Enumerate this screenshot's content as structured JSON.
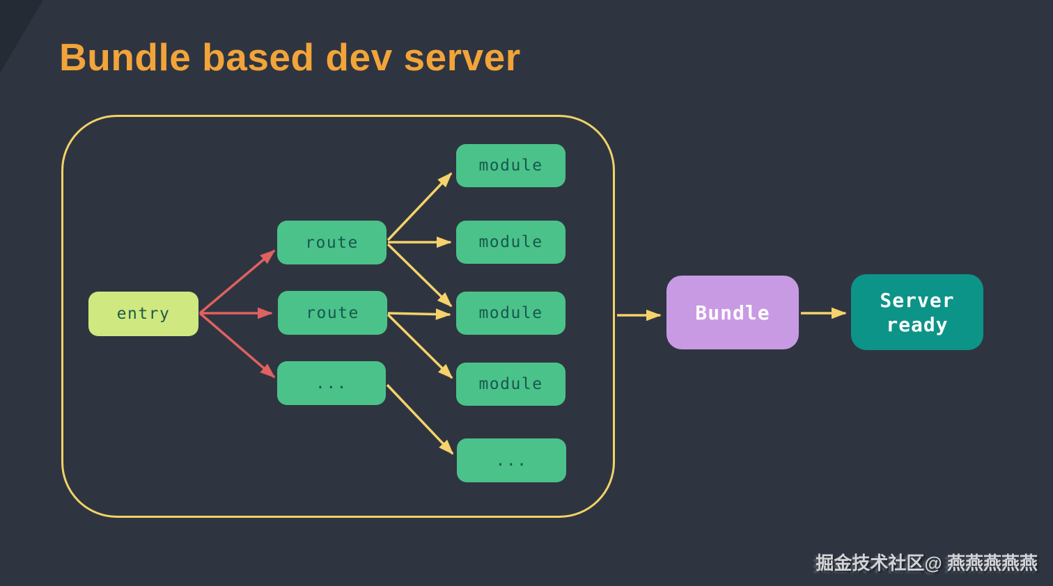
{
  "title": "Bundle based dev server",
  "nodes": {
    "entry": {
      "label": "entry"
    },
    "routes": [
      {
        "label": "route"
      },
      {
        "label": "route"
      },
      {
        "label": "..."
      }
    ],
    "modules": [
      {
        "label": "module"
      },
      {
        "label": "module"
      },
      {
        "label": "module"
      },
      {
        "label": "module"
      },
      {
        "label": "..."
      }
    ],
    "bundle": {
      "label": "Bundle"
    },
    "server": {
      "label": "Server ready"
    }
  },
  "edges": [
    {
      "from": "entry",
      "to": "route-1",
      "color": "#e06161"
    },
    {
      "from": "entry",
      "to": "route-2",
      "color": "#e06161"
    },
    {
      "from": "entry",
      "to": "route-3",
      "color": "#e06161"
    },
    {
      "from": "route-1",
      "to": "module-1",
      "color": "#f5d26b"
    },
    {
      "from": "route-1",
      "to": "module-2",
      "color": "#f5d26b"
    },
    {
      "from": "route-1",
      "to": "module-3",
      "color": "#f5d26b"
    },
    {
      "from": "route-2",
      "to": "module-3",
      "color": "#f5d26b"
    },
    {
      "from": "route-2",
      "to": "module-4",
      "color": "#f5d26b"
    },
    {
      "from": "route-3",
      "to": "module-5",
      "color": "#f5d26b"
    },
    {
      "from": "container",
      "to": "bundle",
      "color": "#f5d26b"
    },
    {
      "from": "bundle",
      "to": "server",
      "color": "#f5d26b"
    }
  ],
  "colors": {
    "background": "#2f3540",
    "title": "#f2a43a",
    "container_border": "#f2d366",
    "entry_fill": "#cfe87f",
    "node_fill": "#4bc28a",
    "node_text": "#17584e",
    "bundle_fill": "#c99ae4",
    "server_fill": "#0d9488",
    "arrow_red": "#e06161",
    "arrow_yellow": "#f5d26b",
    "watermark_text": "#d2d4d8"
  },
  "watermark": {
    "text": "掘金技术社区@ 燕燕燕燕燕"
  }
}
